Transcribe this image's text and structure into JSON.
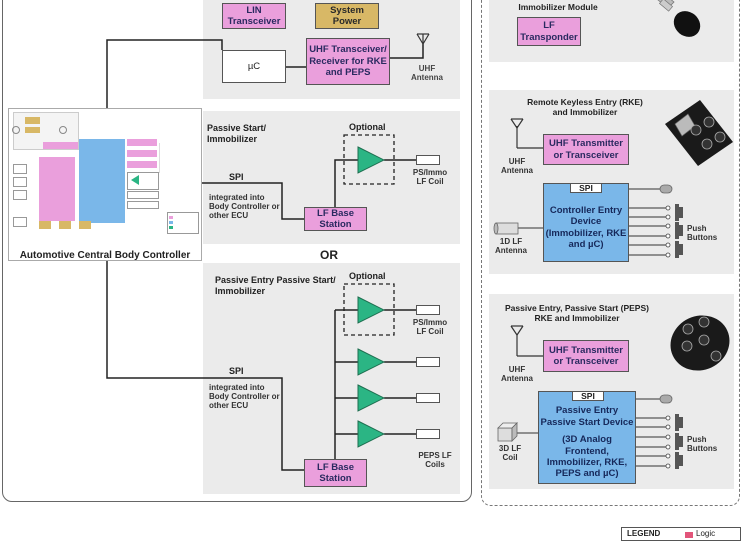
{
  "left": {
    "lin_transceiver": "LIN Transceiver",
    "system_power": "System Power",
    "uc": "µC",
    "uhf_trx": "UHF Transceiver/ Receiver for RKE and PEPS",
    "uhf_antenna": "UHF Antenna",
    "ps_title": "Passive Start/ Immobilizer",
    "optional1": "Optional",
    "spi1": "SPI",
    "integrated1": "integrated into Body Controller or other ECU",
    "lf_base1": "LF Base Station",
    "ps_coil": "PS/Immo LF Coil",
    "or": "OR",
    "pe_title": "Passive Entry Passive Start/ Immobilizer",
    "optional2": "Optional",
    "ps_coil2": "PS/Immo LF Coil",
    "spi2": "SPI",
    "integrated2": "integrated into Body Controller or other ECU",
    "peps_coils": "PEPS LF Coils",
    "lf_base2": "LF Base Station",
    "acbc": "Automotive Central Body Controller"
  },
  "right": {
    "immo_module": "Immobilizer Module",
    "lf_transponder": "LF Transponder",
    "rke_title": "Remote Keyless Entry (RKE) and Immobilizer",
    "uhf_tx1": "UHF Transmitter or Transceiver",
    "uhf_antenna1": "UHF Antenna",
    "spi_tag1": "SPI",
    "ced": "Controller Entry Device (Immobilizer, RKE and µC)",
    "lf_1d": "1D LF Antenna",
    "push1": "Push Buttons",
    "peps_title": "Passive Entry, Passive Start (PEPS) RKE and Immobilizer",
    "uhf_tx2": "UHF Transmitter or Transceiver",
    "uhf_antenna2": "UHF Antenna",
    "spi_tag2": "SPI",
    "pe_device_title": "Passive Entry Passive Start Device",
    "pe_device_sub": "(3D Analog Frontend, Immobilizer, RKE, PEPS and µC)",
    "lf_3d": "3D LF Coil",
    "push2": "Push Buttons"
  },
  "legend": {
    "title": "LEGEND",
    "logic": "Logic"
  },
  "colors": {
    "pink": "#ea9fdc",
    "gold": "#d8b866",
    "blue": "#7ab7e9",
    "amp_green": "#2bb584",
    "panel_grey": "#ebebeb"
  }
}
